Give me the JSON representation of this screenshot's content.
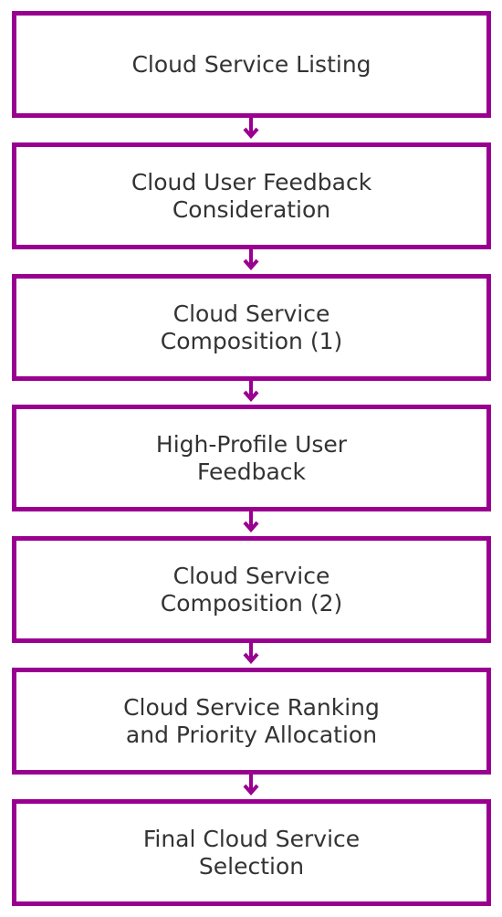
{
  "colors": {
    "accent": "#990090",
    "text": "#333333",
    "background": "#ffffff"
  },
  "steps": [
    {
      "label": "Cloud Service Listing"
    },
    {
      "label": "Cloud User Feedback\nConsideration"
    },
    {
      "label": "Cloud Service\nComposition (1)"
    },
    {
      "label": "High-Profile User\nFeedback"
    },
    {
      "label": "Cloud Service\nComposition (2)"
    },
    {
      "label": "Cloud Service Ranking\nand Priority Allocation"
    },
    {
      "label": "Final Cloud Service\nSelection"
    }
  ]
}
